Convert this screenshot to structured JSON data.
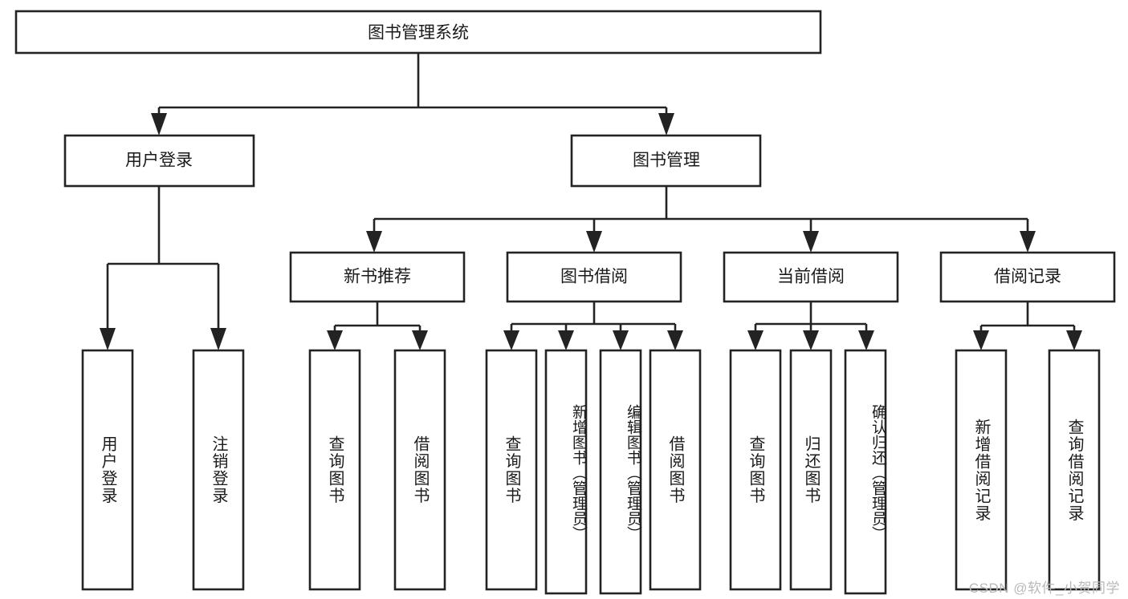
{
  "diagram": {
    "title": "图书管理系统",
    "type": "hierarchy-tree",
    "orientation": "top-down",
    "colors": {
      "box_stroke": "#232323",
      "box_fill": "#ffffff",
      "connector": "#232323",
      "text": "#1a1a1a",
      "watermark": "#b9b9b9",
      "background": "#ffffff"
    },
    "root": {
      "label": "图书管理系统"
    },
    "level2": [
      {
        "label": "用户登录"
      },
      {
        "label": "图书管理"
      }
    ],
    "level3": [
      {
        "label": "新书推荐"
      },
      {
        "label": "图书借阅"
      },
      {
        "label": "当前借阅"
      },
      {
        "label": "借阅记录"
      }
    ],
    "leaves": {
      "user_login": [
        {
          "label": "用户登录"
        },
        {
          "label": "注销登录"
        }
      ],
      "new_book_recommend": [
        {
          "label": "查询图书"
        },
        {
          "label": "借阅图书"
        }
      ],
      "book_borrow": [
        {
          "label": "查询图书"
        },
        {
          "label": "新增图书（管理员）"
        },
        {
          "label": "编辑图书（管理员）"
        },
        {
          "label": "借阅图书"
        }
      ],
      "current_borrow": [
        {
          "label": "查询图书"
        },
        {
          "label": "归还图书"
        },
        {
          "label": "确认归还（管理员）"
        }
      ],
      "borrow_records": [
        {
          "label": "新增借阅记录"
        },
        {
          "label": "查询借阅记录"
        }
      ]
    }
  },
  "watermark": {
    "text": "CSDN @软件_小贺同学"
  }
}
